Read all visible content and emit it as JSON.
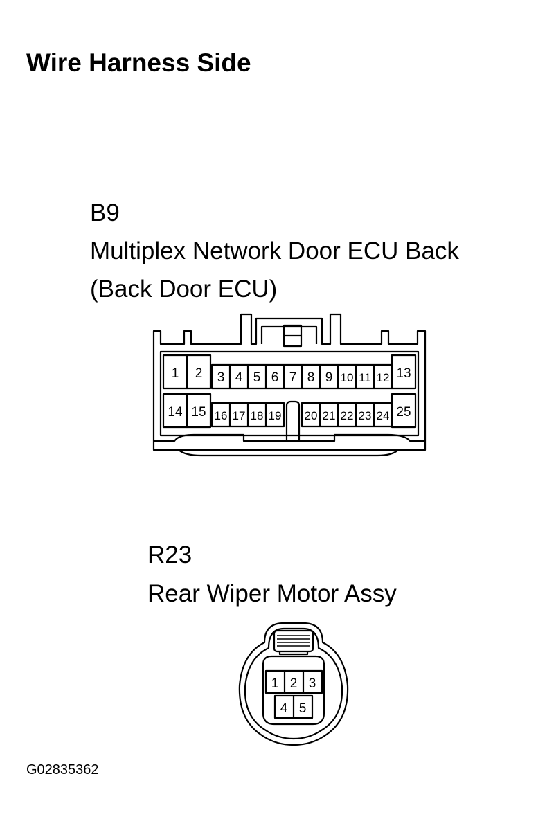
{
  "page": {
    "title": "Wire Harness Side",
    "figure_id": "G02835362"
  },
  "connectors": [
    {
      "code": "B9",
      "name": "Multiplex Network Door ECU Back",
      "subname": "(Back Door ECU)",
      "top_row_pins": [
        "1",
        "2",
        "3",
        "4",
        "5",
        "6",
        "7",
        "8",
        "9",
        "10",
        "11",
        "12",
        "13"
      ],
      "bottom_row_pins": [
        "14",
        "15",
        "16",
        "17",
        "18",
        "19",
        "20",
        "21",
        "22",
        "23",
        "24",
        "25"
      ]
    },
    {
      "code": "R23",
      "name": "Rear Wiper Motor Assy",
      "top_row_pins": [
        "1",
        "2",
        "3"
      ],
      "bottom_row_pins": [
        "4",
        "5"
      ]
    }
  ]
}
